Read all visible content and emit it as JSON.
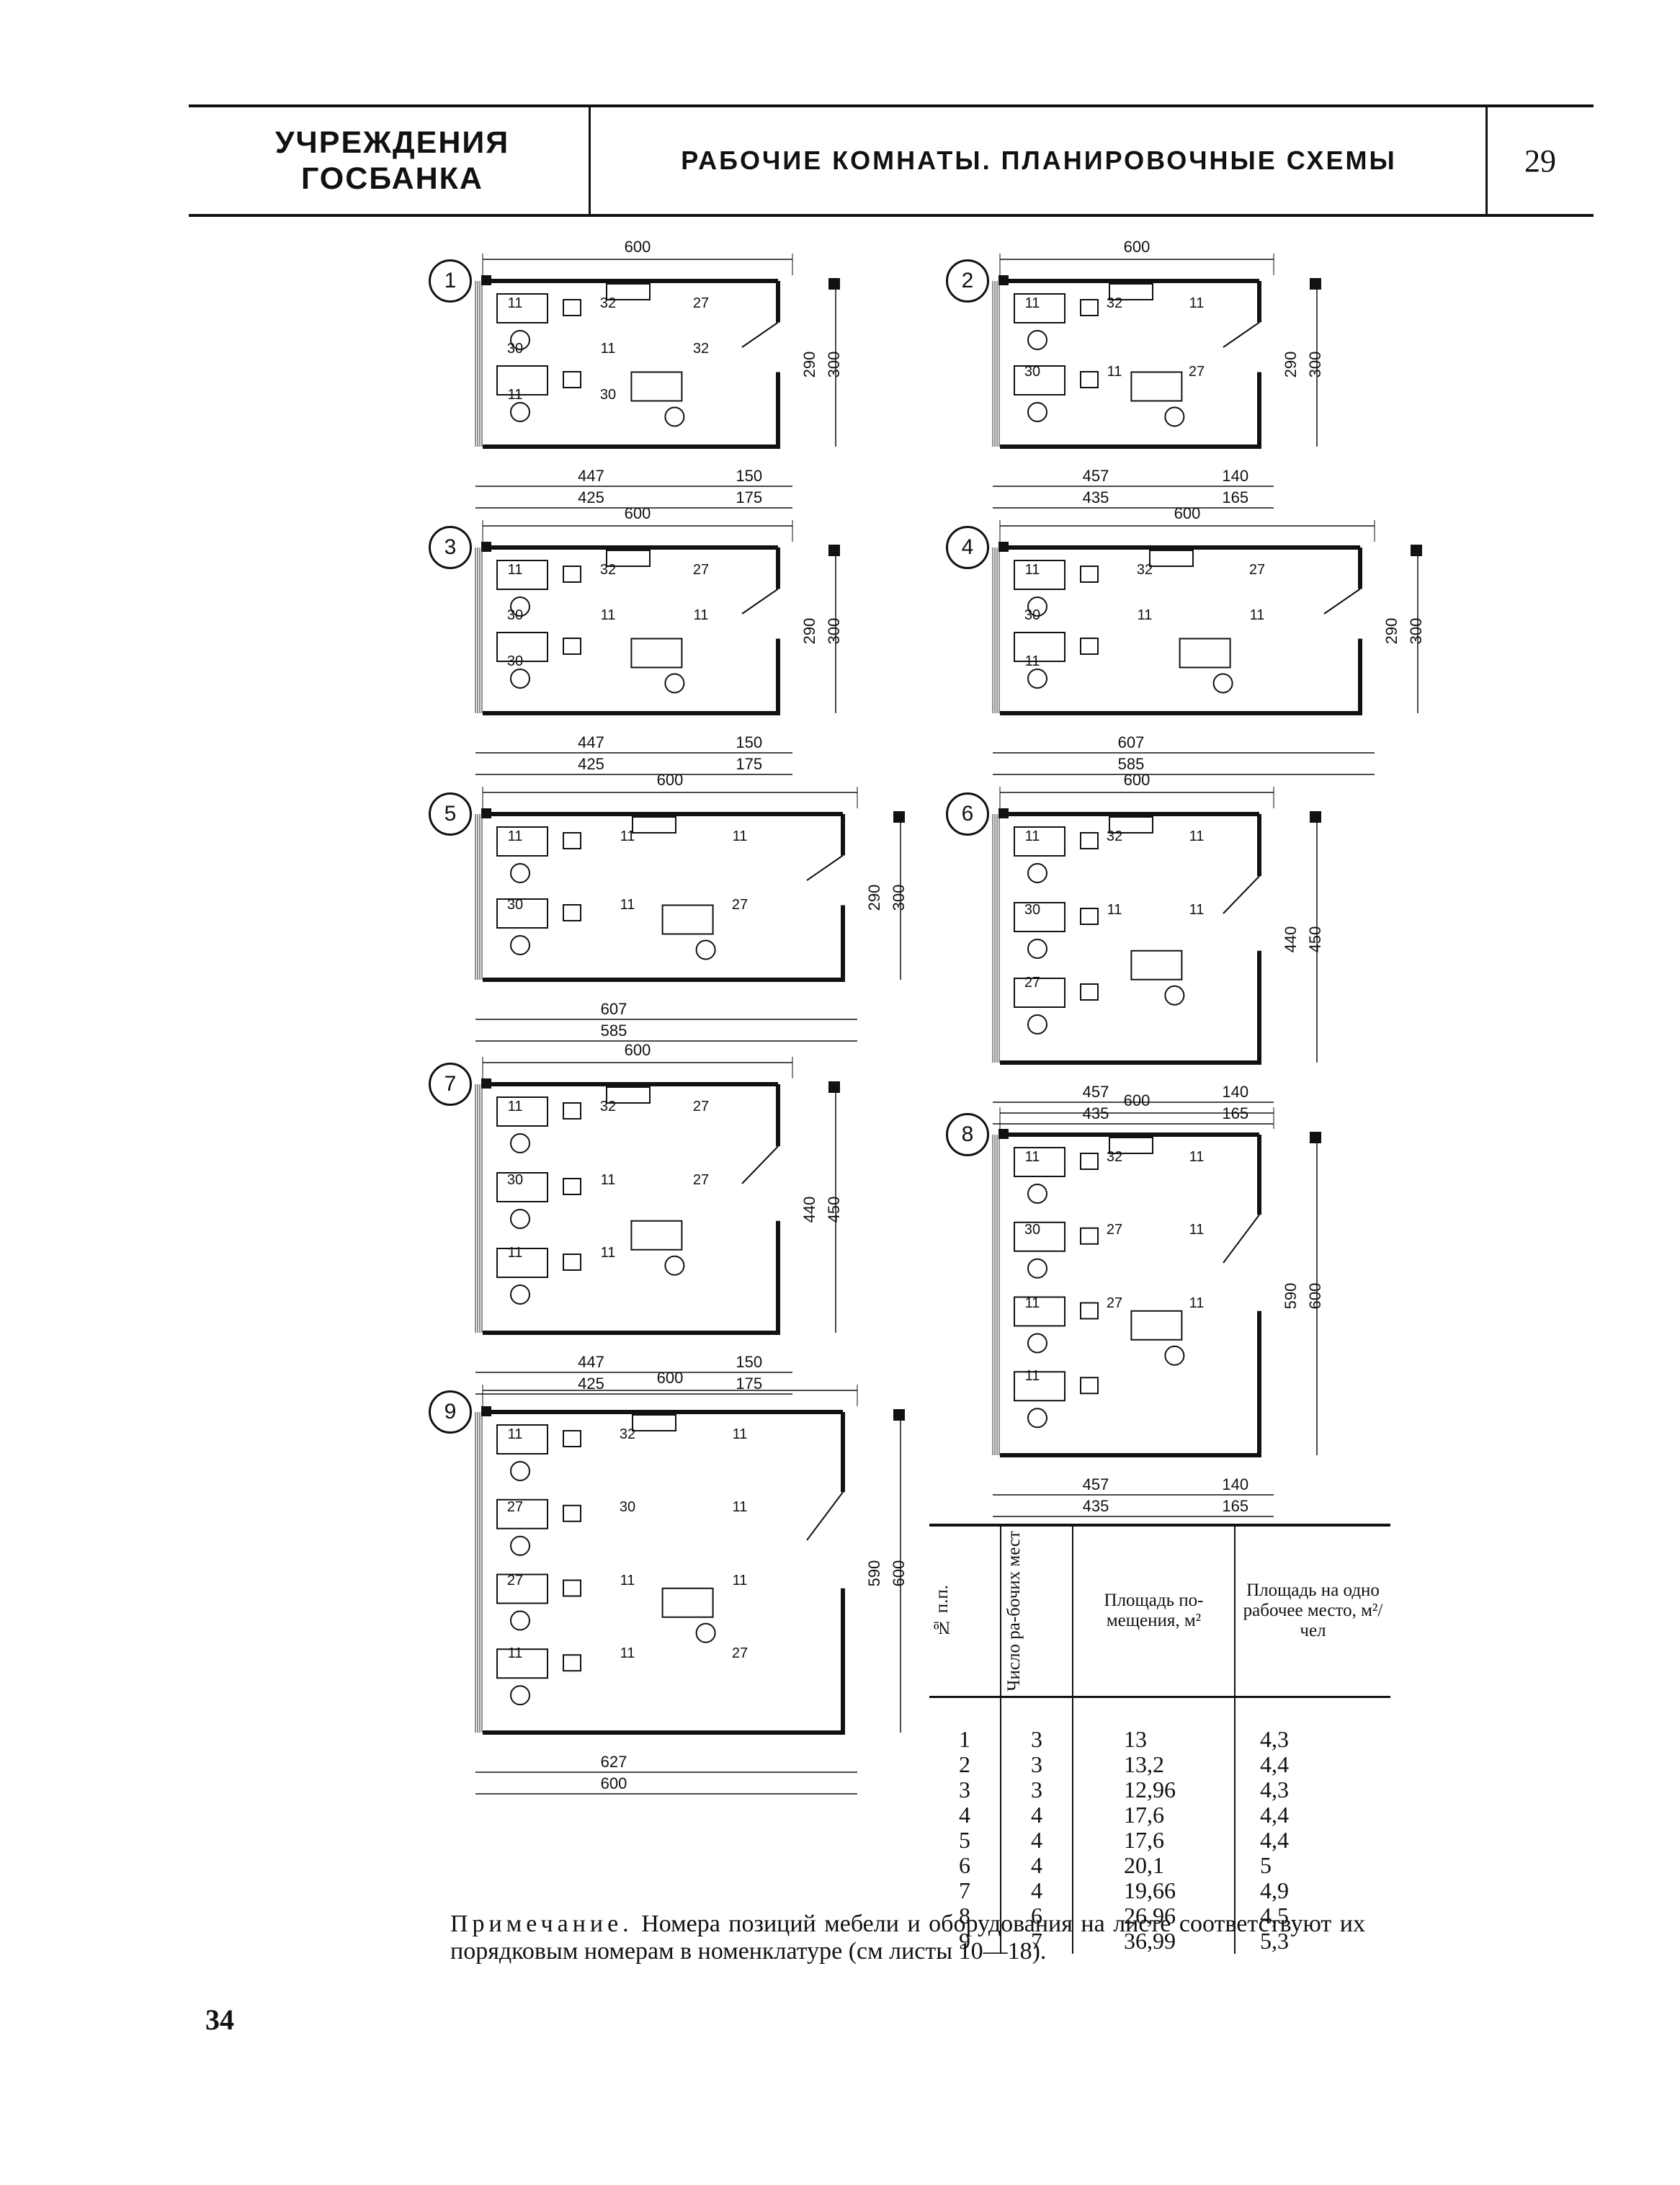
{
  "header": {
    "org_line1": "УЧРЕЖДЕНИЯ",
    "org_line2": "ГОСБАНКА",
    "title": "РАБОЧИЕ КОМНАТЫ. ПЛАНИРОВОЧНЫЕ СХЕМЫ",
    "sheet": "29"
  },
  "plans": [
    {
      "num": "1",
      "top": "600",
      "side": "300",
      "inner": "290",
      "b1": "447",
      "b2": "425",
      "r1": "150",
      "r2": "175",
      "labels": [
        "11",
        "32",
        "27",
        "30",
        "11",
        "32",
        "11",
        "30"
      ]
    },
    {
      "num": "2",
      "top": "600",
      "side": "300",
      "inner": "290",
      "b1": "457",
      "b2": "435",
      "r1": "140",
      "r2": "165",
      "labels": [
        "11",
        "32",
        "11",
        "30",
        "11",
        "27"
      ]
    },
    {
      "num": "3",
      "top": "600",
      "side": "300",
      "inner": "290",
      "b1": "447",
      "b2": "425",
      "r1": "150",
      "r2": "175",
      "labels": [
        "11",
        "32",
        "27",
        "30",
        "11",
        "11",
        "30"
      ]
    },
    {
      "num": "4",
      "top": "600",
      "side": "300",
      "inner": "290",
      "b1": "607",
      "b2": "585",
      "r1": "",
      "r2": "",
      "labels": [
        "11",
        "32",
        "27",
        "30",
        "11",
        "11",
        "11"
      ]
    },
    {
      "num": "5",
      "top": "600",
      "side": "300",
      "inner": "290",
      "b1": "607",
      "b2": "585",
      "r1": "",
      "r2": "",
      "labels": [
        "11",
        "11",
        "11",
        "30",
        "11",
        "27"
      ]
    },
    {
      "num": "6",
      "top": "600",
      "side": "450",
      "inner": "440",
      "b1": "457",
      "b2": "435",
      "r1": "140",
      "r2": "165",
      "labels": [
        "11",
        "32",
        "11",
        "30",
        "11",
        "11",
        "27"
      ]
    },
    {
      "num": "7",
      "top": "600",
      "side": "450",
      "inner": "440",
      "b1": "447",
      "b2": "425",
      "r1": "150",
      "r2": "175",
      "labels": [
        "11",
        "32",
        "27",
        "30",
        "11",
        "27",
        "11",
        "11"
      ]
    },
    {
      "num": "8",
      "top": "600",
      "side": "600",
      "inner": "590",
      "b1": "457",
      "b2": "435",
      "r1": "140",
      "r2": "165",
      "labels": [
        "11",
        "32",
        "11",
        "30",
        "27",
        "11",
        "11",
        "27",
        "11",
        "11"
      ]
    },
    {
      "num": "9",
      "top": "600",
      "side": "600",
      "inner": "590",
      "b1": "627",
      "b2": "600",
      "r1": "",
      "r2": "",
      "labels": [
        "11",
        "32",
        "11",
        "27",
        "30",
        "11",
        "27",
        "11",
        "11",
        "11",
        "11",
        "27"
      ]
    }
  ],
  "table": {
    "headers": [
      "№ п.п.",
      "Число ра-бочих мест",
      "Площадь по-мещения, м²",
      "Площадь на одно рабочее место, м²/чел"
    ],
    "rows": [
      {
        "n": "1",
        "places": "3",
        "area": "13",
        "per": "4,3"
      },
      {
        "n": "2",
        "places": "3",
        "area": "13,2",
        "per": "4,4"
      },
      {
        "n": "3",
        "places": "3",
        "area": "12,96",
        "per": "4,3"
      },
      {
        "n": "4",
        "places": "4",
        "area": "17,6",
        "per": "4,4"
      },
      {
        "n": "5",
        "places": "4",
        "area": "17,6",
        "per": "4,4"
      },
      {
        "n": "6",
        "places": "4",
        "area": "20,1",
        "per": "5"
      },
      {
        "n": "7",
        "places": "4",
        "area": "19,66",
        "per": "4,9"
      },
      {
        "n": "8",
        "places": "6",
        "area": "26,96",
        "per": "4,5"
      },
      {
        "n": "9",
        "places": "7",
        "area": "36,99",
        "per": "5,3"
      }
    ]
  },
  "note": {
    "label": "Примечание.",
    "text": " Номера позиций мебели и оборудования на листе соответствуют их порядковым номерам в номенклатуре (см листы 10—18)."
  },
  "page_number": "34"
}
